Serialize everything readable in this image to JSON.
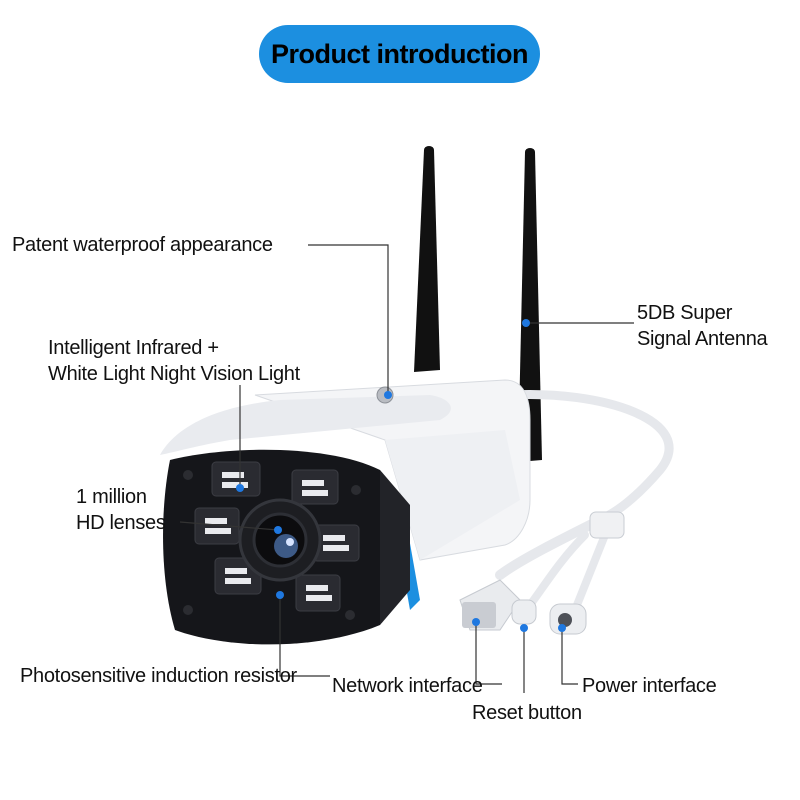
{
  "title": "Product introduction",
  "colors": {
    "title_pill": "#1c8fe0",
    "pointer_dot": "#1f78e0",
    "camera_body": "#f4f5f7",
    "camera_face": "#15161a",
    "accent_stripe": "#1c8fe0"
  },
  "callouts": {
    "waterproof": "Patent waterproof appearance",
    "antenna": [
      "5DB Super",
      "Signal Antenna"
    ],
    "night_vision": [
      "Intelligent Infrared +",
      "White Light Night Vision Light"
    ],
    "lens": [
      "1 million",
      "HD lenses"
    ],
    "photosensor": "Photosensitive induction resistor",
    "network": "Network interface",
    "reset": "Reset button",
    "power": "Power interface"
  }
}
